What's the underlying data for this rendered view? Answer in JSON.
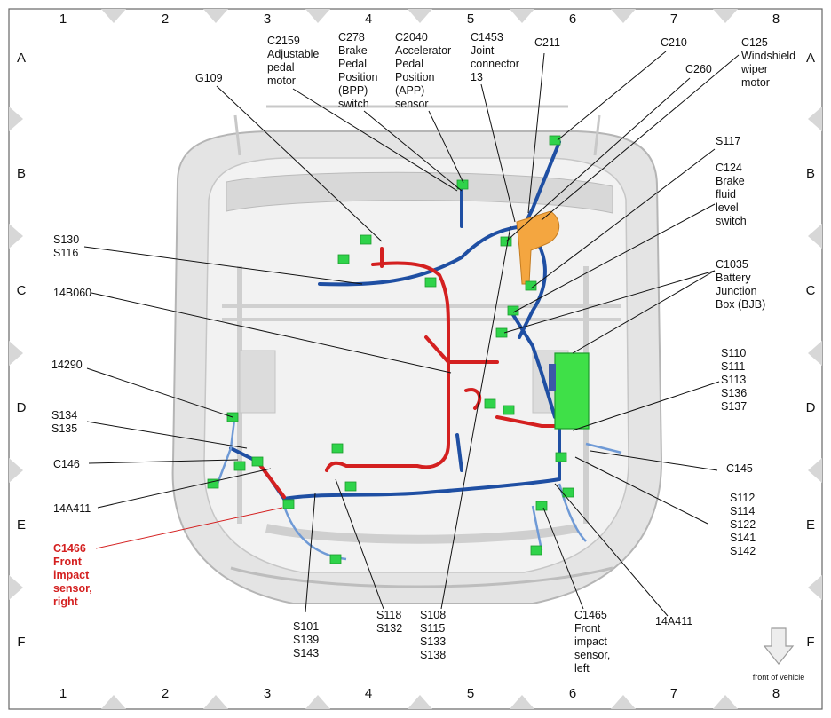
{
  "grid": {
    "columns": [
      "1",
      "2",
      "3",
      "4",
      "5",
      "6",
      "7",
      "8"
    ],
    "rows": [
      "A",
      "B",
      "C",
      "D",
      "E",
      "F"
    ]
  },
  "labels": {
    "g109": [
      "G109"
    ],
    "c2159": [
      "C2159",
      "Adjustable",
      "pedal",
      "motor"
    ],
    "c278": [
      "C278",
      "Brake",
      "Pedal",
      "Position",
      "(BPP)",
      "switch"
    ],
    "c2040": [
      "C2040",
      "Accelerator",
      "Pedal",
      "Position",
      "(APP)",
      "sensor"
    ],
    "c1453": [
      "C1453",
      "Joint",
      "connector",
      "13"
    ],
    "c211": [
      "C211"
    ],
    "c210": [
      "C210"
    ],
    "c260": [
      "C260"
    ],
    "c125": [
      "C125",
      "Windshield",
      "wiper",
      "motor"
    ],
    "s117": [
      "S117"
    ],
    "c124": [
      "C124",
      "Brake",
      "fluid",
      "level",
      "switch"
    ],
    "c1035": [
      "C1035",
      "Battery",
      "Junction",
      "Box (BJB)"
    ],
    "s110grp": [
      "S110",
      "S111",
      "S113",
      "S136",
      "S137"
    ],
    "s130grp": [
      "S130",
      "S116"
    ],
    "h14b060": [
      "14B060"
    ],
    "h14290": [
      "14290"
    ],
    "s134grp": [
      "S134",
      "S135"
    ],
    "c146": [
      "C146"
    ],
    "h14a411l": [
      "14A411"
    ],
    "c1466": [
      "C1466",
      "Front",
      "impact",
      "sensor,",
      "right"
    ],
    "c145": [
      "C145"
    ],
    "s112grp": [
      "S112",
      "S114",
      "S122",
      "S141",
      "S142"
    ],
    "s101grp": [
      "S101",
      "S139",
      "S143"
    ],
    "s118grp": [
      "S118",
      "S132"
    ],
    "s108grp": [
      "S108",
      "S115",
      "S133",
      "S138"
    ],
    "c1465": [
      "C1465",
      "Front",
      "impact",
      "sensor,",
      "left"
    ],
    "h14a411r": [
      "14A411"
    ]
  },
  "front_note": "front of vehicle",
  "colors": {
    "harness_blue": "#1f4fa3",
    "harness_light_blue": "#6f9ad6",
    "harness_red": "#d42020",
    "connector_green": "#2fd34a",
    "junction_box": "#3fe048",
    "wiper_orange": "#f4a640",
    "frame_gray": "#c8c8c8"
  }
}
